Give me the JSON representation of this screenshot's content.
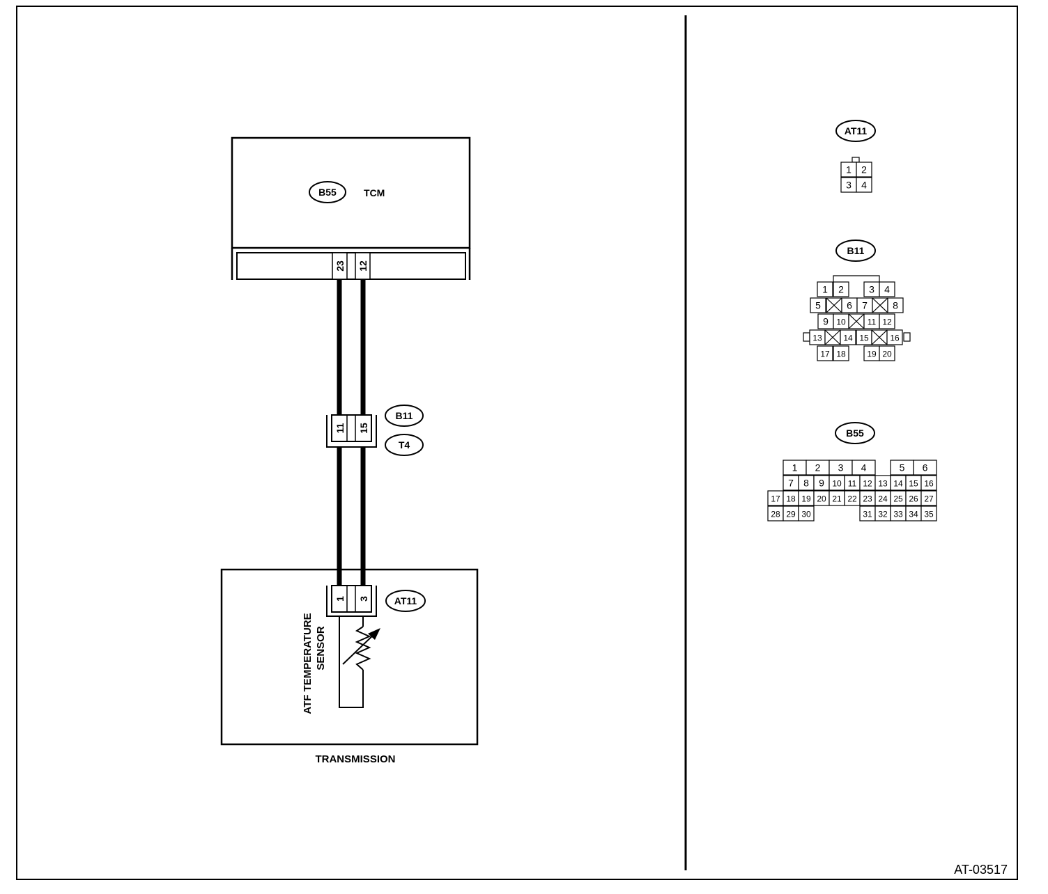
{
  "tcm": {
    "connector_id": "B55",
    "label": "TCM",
    "pins": [
      "23",
      "12"
    ]
  },
  "joint": {
    "connector_b": "B11",
    "connector_t": "T4",
    "pins": [
      "11",
      "15"
    ]
  },
  "sensor_connector": {
    "connector_id": "AT11",
    "pins": [
      "1",
      "3"
    ]
  },
  "sensor": {
    "label_line1": "ATF TEMPERATURE",
    "label_line2": "SENSOR"
  },
  "transmission": {
    "label": "TRANSMISSION"
  },
  "legend": {
    "at11": {
      "title": "AT11",
      "pins": [
        "1",
        "2",
        "3",
        "4"
      ]
    },
    "b11": {
      "title": "B11",
      "pins": [
        "1",
        "2",
        "3",
        "4",
        "5",
        "6",
        "7",
        "8",
        "9",
        "10",
        "11",
        "12",
        "13",
        "14",
        "15",
        "16",
        "17",
        "18",
        "19",
        "20"
      ]
    },
    "b55": {
      "title": "B55",
      "pins": [
        "1",
        "2",
        "3",
        "4",
        "5",
        "6",
        "7",
        "8",
        "9",
        "10",
        "11",
        "12",
        "13",
        "14",
        "15",
        "16",
        "17",
        "18",
        "19",
        "20",
        "21",
        "22",
        "23",
        "24",
        "25",
        "26",
        "27",
        "28",
        "29",
        "30",
        "31",
        "32",
        "33",
        "34",
        "35"
      ]
    }
  },
  "figure_id": "AT-03517"
}
